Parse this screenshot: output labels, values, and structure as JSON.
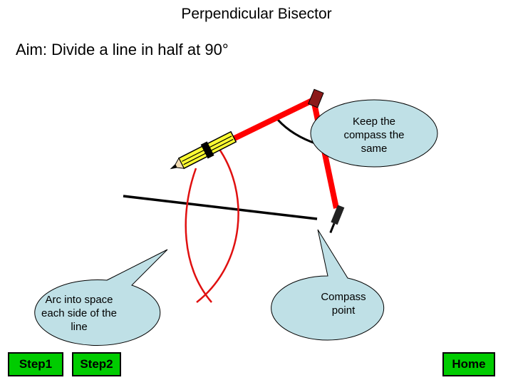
{
  "title": "Perpendicular Bisector",
  "aim": "Aim: Divide a line in half at 90°",
  "callouts": {
    "keep_same": "Keep the compass the same",
    "arc_into_space": "Arc into space each side of the line",
    "compass_point": "Compass point"
  },
  "buttons": {
    "step1": "Step1",
    "step2": "Step2",
    "home": "Home"
  },
  "colors": {
    "button_green": "#00cc00",
    "callout_fill": "#bfe0e6",
    "compass_red": "#ff0000",
    "arc_red": "#e01010",
    "pencil_yellow": "#ffff33"
  }
}
